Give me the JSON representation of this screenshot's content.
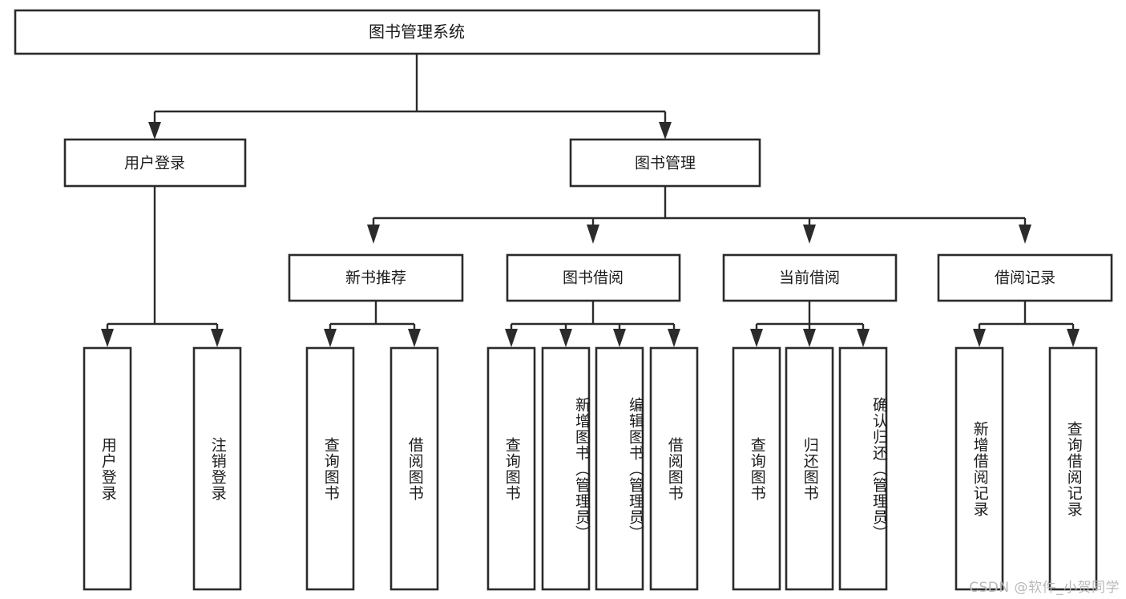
{
  "diagram": {
    "title": "图书管理系统",
    "type": "tree-hierarchy",
    "watermark": "CSDN @软件_小贺同学",
    "colors": {
      "stroke": "#2b2b2b",
      "fill": "#ffffff",
      "text": "#1c1c1c",
      "watermark": "#b9b9b9"
    },
    "levels": {
      "level1": [
        "图书管理系统"
      ],
      "level2": [
        "用户登录",
        "图书管理"
      ],
      "level3": [
        "新书推荐",
        "图书借阅",
        "当前借阅",
        "借阅记录"
      ],
      "level4": [
        "用户登录",
        "注销登录",
        "查询图书",
        "借阅图书",
        "查询图书",
        "新增图书（管理员）",
        "编辑图书（管理员）",
        "借阅图书",
        "查询图书",
        "归还图书",
        "确认归还（管理员）",
        "新增借阅记录",
        "查询借阅记录"
      ]
    },
    "nodes": {
      "root": {
        "label": "图书管理系统"
      },
      "user_login": {
        "label": "用户登录"
      },
      "book_manage": {
        "label": "图书管理"
      },
      "new_book_rec": {
        "label": "新书推荐"
      },
      "book_borrow": {
        "label": "图书借阅"
      },
      "current_borrow": {
        "label": "当前借阅"
      },
      "borrow_record": {
        "label": "借阅记录"
      },
      "leaf_user_login": {
        "label": "用户登录"
      },
      "leaf_logout": {
        "label": "注销登录"
      },
      "leaf_query_book_1": {
        "label": "查询图书"
      },
      "leaf_borrow_book_1": {
        "label": "借阅图书"
      },
      "leaf_query_book_2": {
        "label": "查询图书"
      },
      "leaf_add_book": {
        "label": "新增图书（管理员）"
      },
      "leaf_edit_book": {
        "label": "编辑图书（管理员）"
      },
      "leaf_borrow_book_2": {
        "label": "借阅图书"
      },
      "leaf_query_book_3": {
        "label": "查询图书"
      },
      "leaf_return_book": {
        "label": "归还图书"
      },
      "leaf_confirm_return": {
        "label": "确认归还（管理员）"
      },
      "leaf_add_record": {
        "label": "新增借阅记录"
      },
      "leaf_query_record": {
        "label": "查询借阅记录"
      }
    },
    "edges": [
      {
        "from": "root",
        "to": "user_login"
      },
      {
        "from": "root",
        "to": "book_manage"
      },
      {
        "from": "user_login",
        "to": "leaf_user_login"
      },
      {
        "from": "user_login",
        "to": "leaf_logout"
      },
      {
        "from": "book_manage",
        "to": "new_book_rec"
      },
      {
        "from": "book_manage",
        "to": "book_borrow"
      },
      {
        "from": "book_manage",
        "to": "current_borrow"
      },
      {
        "from": "book_manage",
        "to": "borrow_record"
      },
      {
        "from": "new_book_rec",
        "to": "leaf_query_book_1"
      },
      {
        "from": "new_book_rec",
        "to": "leaf_borrow_book_1"
      },
      {
        "from": "book_borrow",
        "to": "leaf_query_book_2"
      },
      {
        "from": "book_borrow",
        "to": "leaf_add_book"
      },
      {
        "from": "book_borrow",
        "to": "leaf_edit_book"
      },
      {
        "from": "book_borrow",
        "to": "leaf_borrow_book_2"
      },
      {
        "from": "current_borrow",
        "to": "leaf_query_book_3"
      },
      {
        "from": "current_borrow",
        "to": "leaf_return_book"
      },
      {
        "from": "current_borrow",
        "to": "leaf_confirm_return"
      },
      {
        "from": "borrow_record",
        "to": "leaf_add_record"
      },
      {
        "from": "borrow_record",
        "to": "leaf_query_record"
      }
    ]
  }
}
